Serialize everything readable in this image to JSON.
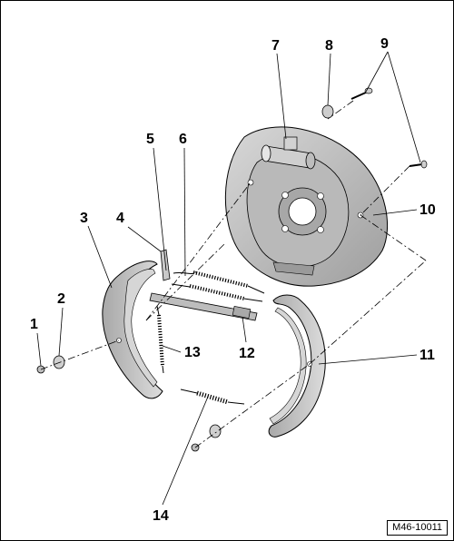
{
  "callouts": {
    "c1": "1",
    "c2": "2",
    "c3": "3",
    "c4": "4",
    "c5": "5",
    "c6": "6",
    "c7": "7",
    "c8": "8",
    "c9": "9",
    "c10": "10",
    "c11": "11",
    "c12": "12",
    "c13": "13",
    "c14": "14"
  },
  "reference_code": "M46-10011",
  "colors": {
    "part_fill": "#c4c4c4",
    "part_dark": "#8f8f8f",
    "part_light": "#e3e3e3",
    "line": "#000000"
  }
}
